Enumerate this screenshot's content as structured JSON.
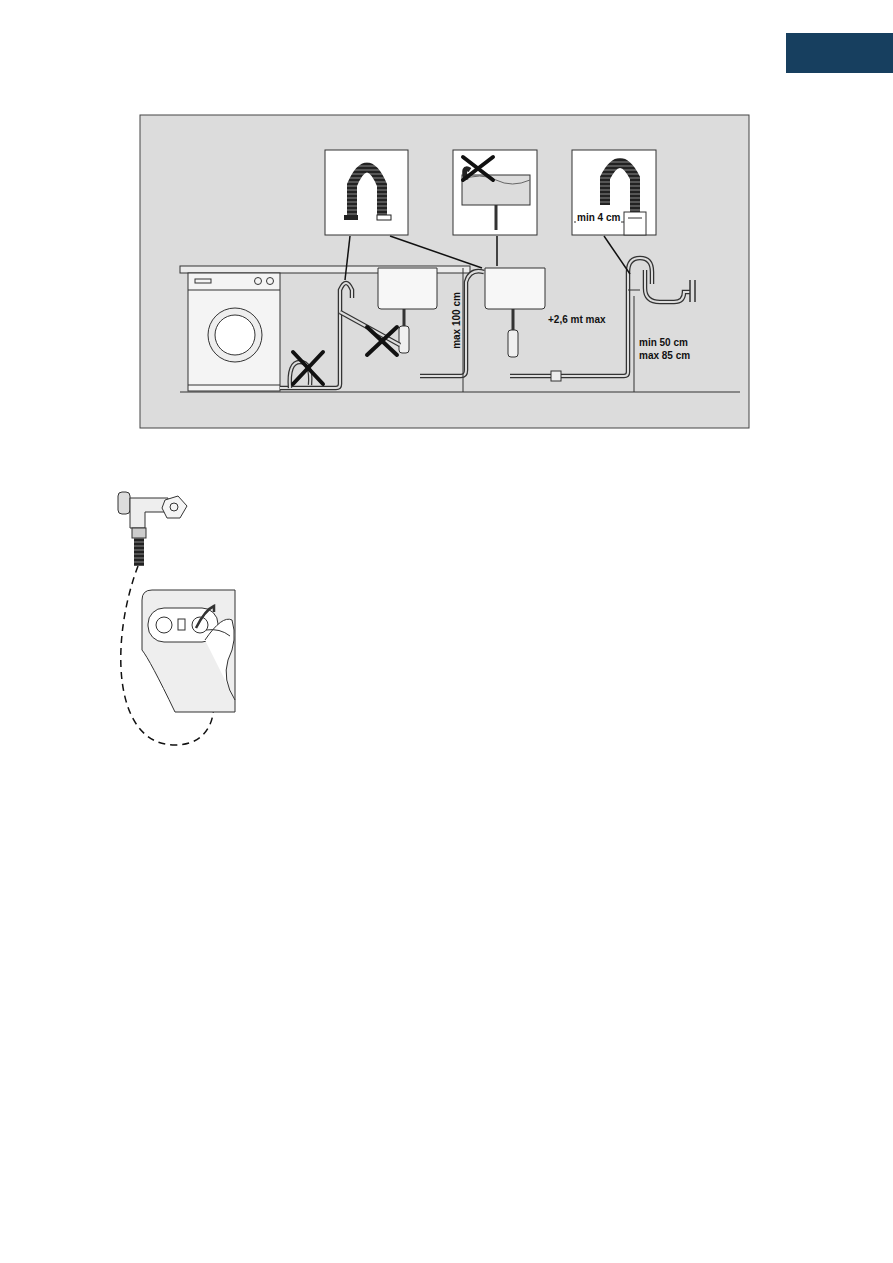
{
  "diagram": {
    "labels": [
      "max 100 cm",
      "+2,6 mt max",
      "min 50 cm",
      "max 85 cm",
      "min 4 cm"
    ]
  }
}
